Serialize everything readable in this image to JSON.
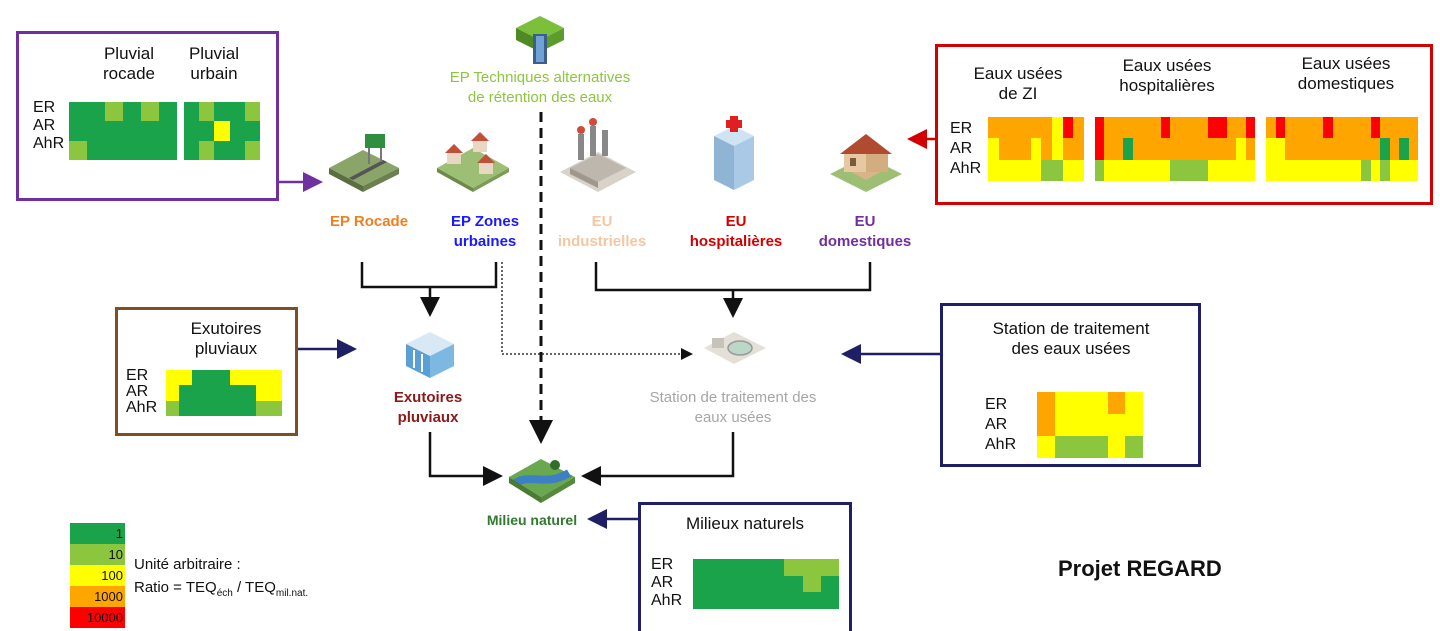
{
  "colors": {
    "c1": "#1aa34a",
    "c10": "#8cc63f",
    "c100": "#ffff00",
    "c1000": "#ffa500",
    "c10000": "#ff0000"
  },
  "rows": [
    "ER",
    "AR",
    "AhR"
  ],
  "pluvial_box": {
    "col1": "Pluvial\nrocade",
    "col2": "Pluvial\nurbain",
    "grid1": [
      [
        1,
        1,
        10,
        1,
        10,
        1
      ],
      [
        1,
        1,
        1,
        1,
        1,
        1
      ],
      [
        10,
        1,
        1,
        1,
        1,
        1
      ]
    ],
    "grid2": [
      [
        1,
        10,
        1,
        1,
        10
      ],
      [
        1,
        1,
        100,
        1,
        1
      ],
      [
        1,
        10,
        1,
        1,
        10
      ]
    ]
  },
  "eaux_box": {
    "col1": "Eaux usées\nde ZI",
    "col2": "Eaux usées\nhospitalières",
    "col3": "Eaux usées\ndomestiques",
    "grid1": [
      [
        1000,
        1000,
        1000,
        1000,
        1000,
        1000,
        100,
        10000,
        1000
      ],
      [
        100,
        1000,
        1000,
        1000,
        100,
        1000,
        100,
        1000,
        1000
      ],
      [
        100,
        100,
        100,
        100,
        100,
        10,
        10,
        100,
        100
      ]
    ],
    "grid2": [
      [
        10000,
        1000,
        1000,
        1000,
        1000,
        1000,
        1000,
        10000,
        1000,
        1000,
        1000,
        1000,
        10000,
        10000,
        1000,
        1000,
        10000
      ],
      [
        10000,
        1000,
        1000,
        1,
        1000,
        1000,
        1000,
        1000,
        1000,
        1000,
        1000,
        1000,
        1000,
        1000,
        1000,
        100,
        1000
      ],
      [
        10,
        100,
        100,
        100,
        100,
        100,
        100,
        100,
        10,
        10,
        10,
        10,
        100,
        100,
        100,
        100,
        100
      ]
    ],
    "grid3": [
      [
        1000,
        10000,
        1000,
        1000,
        1000,
        1000,
        10000,
        1000,
        1000,
        1000,
        1000,
        10000,
        1000,
        1000,
        1000,
        1000
      ],
      [
        100,
        100,
        1000,
        1000,
        1000,
        1000,
        1000,
        1000,
        1000,
        1000,
        1000,
        1000,
        1,
        1000,
        1,
        1000
      ],
      [
        100,
        100,
        100,
        100,
        100,
        100,
        100,
        100,
        100,
        100,
        10,
        100,
        10,
        100,
        100,
        100
      ]
    ]
  },
  "exutoires_box": {
    "title": "Exutoires\npluviaux",
    "grid": [
      [
        100,
        100,
        1,
        1,
        1,
        100,
        100,
        100,
        100
      ],
      [
        100,
        1,
        1,
        1,
        1,
        1,
        1,
        100,
        100
      ],
      [
        10,
        1,
        1,
        1,
        1,
        1,
        1,
        10,
        10
      ]
    ]
  },
  "station_box": {
    "title": "Station de traitement\ndes eaux usées",
    "grid": [
      [
        1000,
        100,
        100,
        100,
        1000,
        100
      ],
      [
        1000,
        100,
        100,
        100,
        100,
        100
      ],
      [
        100,
        10,
        10,
        10,
        100,
        10
      ]
    ]
  },
  "milieux_box": {
    "title": "Milieux naturels",
    "grid": [
      [
        1,
        1,
        1,
        1,
        1,
        10,
        10,
        10
      ],
      [
        1,
        1,
        1,
        1,
        1,
        1,
        10,
        1
      ],
      [
        1,
        1,
        1,
        1,
        1,
        1,
        1,
        1
      ]
    ]
  },
  "nodes": {
    "ep_tech": "EP Techniques alternatives\nde rétention des eaux",
    "ep_rocade": "EP Rocade",
    "ep_zones": "EP Zones\nurbaines",
    "eu_ind": "EU\nindustrielles",
    "eu_hosp": "EU\nhospitalières",
    "eu_dom": "EU\ndomestiques",
    "exutoires": "Exutoires\npluviaux",
    "station": "Station de traitement des\neaux usées",
    "milieu": "Milieu naturel"
  },
  "legend": {
    "levels": [
      "1",
      "10",
      "100",
      "1000",
      "10000"
    ],
    "unit": "Unité arbitraire :",
    "ratio_prefix": "Ratio = TEQ",
    "ratio_sub1": "éch",
    "ratio_mid": " / TEQ",
    "ratio_sub2": "mil.nat."
  },
  "project": "Projet REGARD",
  "icons": [
    "road-sign-icon",
    "houses-icon",
    "factory-icon",
    "hospital-icon",
    "house-icon",
    "infiltration-icon",
    "outfall-icon",
    "treatment-plant-icon",
    "river-icon"
  ]
}
